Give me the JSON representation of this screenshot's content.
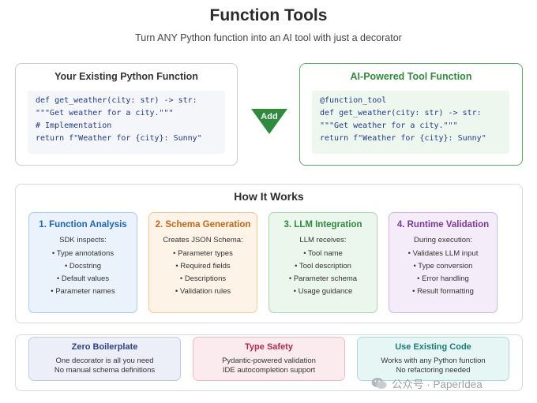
{
  "header": {
    "title": "Function Tools",
    "subtitle": "Turn ANY Python function into an AI tool with just a decorator"
  },
  "existing": {
    "title": "Your Existing Python Function",
    "code": "def get_weather(city: str) -> str:\n\"\"\"Get weather for a city.\"\"\"\n# Implementation\nreturn f\"Weather for {city}: Sunny\""
  },
  "arrow": {
    "label": "Add",
    "color": "#2e8b3c"
  },
  "ai_tool": {
    "title": "AI-Powered Tool Function",
    "code": "@function_tool\ndef get_weather(city: str) -> str:\n\"\"\"Get weather for a city.\"\"\"\nreturn f\"Weather for {city}: Sunny\""
  },
  "how": {
    "title": "How It Works",
    "steps": [
      {
        "title": "1. Function Analysis",
        "intro": "SDK inspects:",
        "items": [
          "• Type annotations",
          "• Docstring",
          "• Default values",
          "• Parameter names"
        ]
      },
      {
        "title": "2. Schema Generation",
        "intro": "Creates JSON Schema:",
        "items": [
          "• Parameter types",
          "• Required fields",
          "• Descriptions",
          "• Validation rules"
        ]
      },
      {
        "title": "3. LLM Integration",
        "intro": "LLM receives:",
        "items": [
          "• Tool name",
          "• Tool description",
          "• Parameter schema",
          "• Usage guidance"
        ]
      },
      {
        "title": "4. Runtime Validation",
        "intro": "During execution:",
        "items": [
          "• Validates LLM input",
          "• Type conversion",
          "• Error handling",
          "• Result formatting"
        ]
      }
    ]
  },
  "benefits": [
    {
      "title": "Zero Boilerplate",
      "lines": [
        "One decorator is all you need",
        "No manual schema definitions"
      ]
    },
    {
      "title": "Type Safety",
      "lines": [
        "Pydantic-powered validation",
        "IDE autocompletion support"
      ]
    },
    {
      "title": "Use Existing Code",
      "lines": [
        "Works with any Python function",
        "No refactoring needed"
      ]
    }
  ],
  "watermark": {
    "text": "公众号 · PaperIdea",
    "icon": "wechat-icon"
  }
}
